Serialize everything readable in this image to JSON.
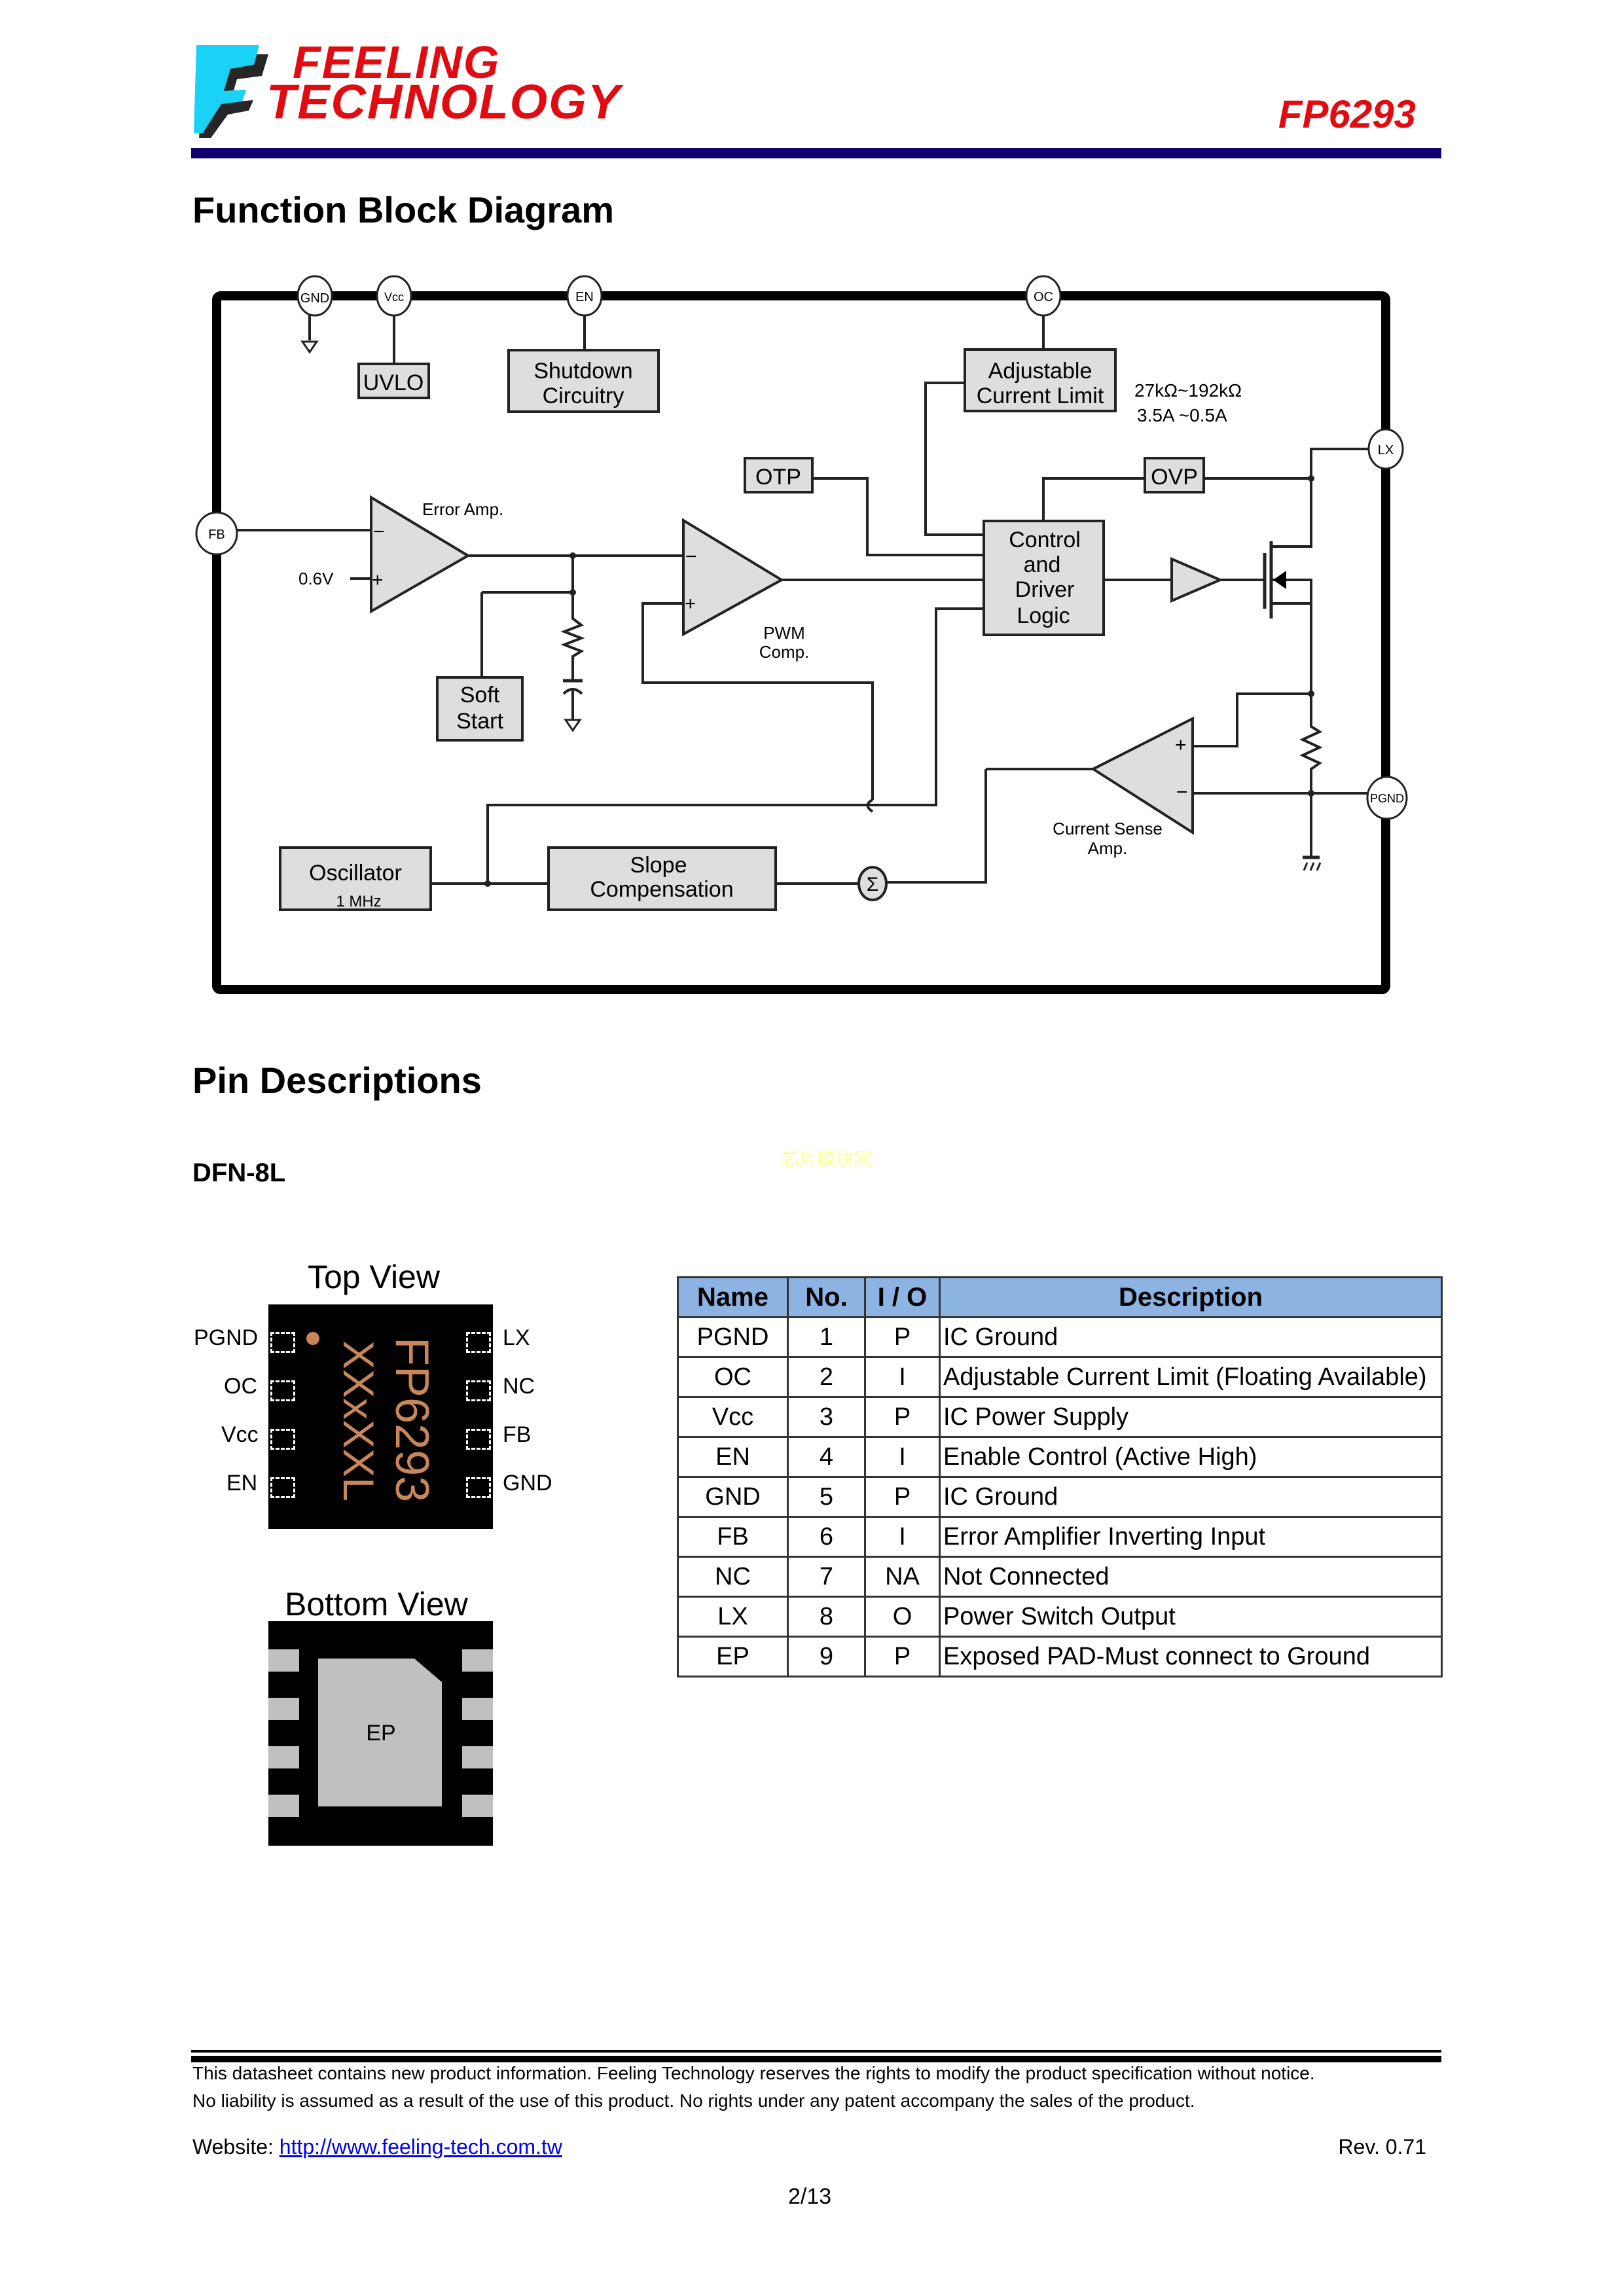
{
  "header": {
    "company_line1": "FEELING",
    "company_line2": "TECHNOLOGY",
    "part_number": "FP6293",
    "brand_colors": {
      "red": "#e10b12",
      "logo_blue": "#1ad2f5",
      "bar": "#130070"
    }
  },
  "section_function_block": {
    "title": "Function Block Diagram",
    "pins": {
      "gnd": "GND",
      "vcc": "Vcc",
      "en": "EN",
      "oc": "OC",
      "lx": "LX",
      "fb": "FB",
      "pgnd": "PGND"
    },
    "blocks": {
      "uvlo": "UVLO",
      "shutdown_l1": "Shutdown",
      "shutdown_l2": "Circuitry",
      "acl_l1": "Adjustable",
      "acl_l2": "Current Limit",
      "otp": "OTP",
      "ovp": "OVP",
      "ctrl_l1": "Control",
      "ctrl_l2": "and",
      "ctrl_l3": "Driver",
      "ctrl_l4": "Logic",
      "soft_l1": "Soft",
      "soft_l2": "Start",
      "osc_l1": "Oscillator",
      "osc_l2": "1 MHz",
      "slope_l1": "Slope",
      "slope_l2": "Compensation",
      "sum": "Σ"
    },
    "labels": {
      "error_amp": "Error Amp.",
      "ref_voltage": "0.6V",
      "pwm_l1": "PWM",
      "pwm_l2": "Comp.",
      "csa_l1": "Current Sense",
      "csa_l2": "Amp.",
      "res_range": "27kΩ~192kΩ",
      "cur_range": "3.5A ~0.5A",
      "minus": "−",
      "plus": "+"
    }
  },
  "section_pin": {
    "title": "Pin Descriptions",
    "package": "DFN-8L",
    "watermark": "芯片模块网",
    "top_view": {
      "title": "Top View",
      "marking_line1": "FP6293",
      "marking_line2": "XXxXXL",
      "left_pins": [
        "PGND",
        "OC",
        "Vcc",
        "EN"
      ],
      "right_pins": [
        "LX",
        "NC",
        "FB",
        "GND"
      ]
    },
    "bottom_view": {
      "title": "Bottom View",
      "pad_label": "EP"
    },
    "table": {
      "headers": [
        "Name",
        "No.",
        "I / O",
        "Description"
      ],
      "rows": [
        [
          "PGND",
          "1",
          "P",
          "IC Ground"
        ],
        [
          "OC",
          "2",
          "I",
          "Adjustable Current Limit (Floating Available)"
        ],
        [
          "Vcc",
          "3",
          "P",
          "IC Power Supply"
        ],
        [
          "EN",
          "4",
          "I",
          "Enable Control (Active High)"
        ],
        [
          "GND",
          "5",
          "P",
          "IC Ground"
        ],
        [
          "FB",
          "6",
          "I",
          "Error Amplifier Inverting Input"
        ],
        [
          "NC",
          "7",
          "NA",
          "Not Connected"
        ],
        [
          "LX",
          "8",
          "O",
          "Power Switch Output"
        ],
        [
          "EP",
          "9",
          "P",
          "Exposed PAD-Must connect to Ground"
        ]
      ]
    }
  },
  "footer": {
    "line1": "This datasheet contains new product information.    Feeling Technology reserves the rights to modify the product specification without notice.",
    "line2": "No liability is assumed as a result of the use of this product. No rights under any patent accompany the sales of the product.",
    "website_label": "Website: ",
    "website_url": "http://www.feeling-tech.com.tw",
    "revision": "Rev. 0.71",
    "page": "2/13"
  }
}
